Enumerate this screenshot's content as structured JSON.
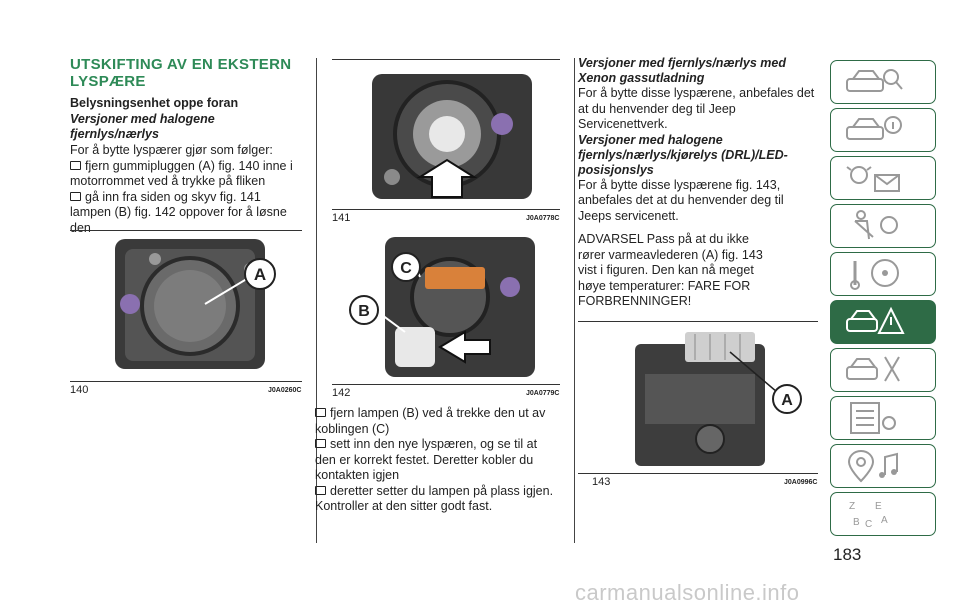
{
  "section_title": "UTSKIFTING AV EN EKSTERN LYSPÆRE",
  "col1": {
    "subheading": "Belysningsenhet oppe foran",
    "italic_heading": "Versjoner med halogene fjernlys/nærlys",
    "intro": "For å bytte lyspærer gjør som følger:",
    "bullet1": "fjern gummipluggen (A) fig. 140 inne i motorrommet ved å trykke på fliken",
    "bullet2": "gå inn fra siden og skyv fig. 141 lampen (B) fig. 142 oppover for å løsne den"
  },
  "figures": {
    "f140": {
      "num": "140",
      "code": "J0A0260C",
      "label": "A"
    },
    "f141": {
      "num": "141",
      "code": "J0A0778C"
    },
    "f142": {
      "num": "142",
      "code": "J0A0779C",
      "label_b": "B",
      "label_c": "C"
    },
    "f143": {
      "num": "143",
      "code": "J0A0996C",
      "label": "A"
    }
  },
  "col2": {
    "bullet1": "fjern lampen (B) ved å trekke den ut av koblingen (C)",
    "bullet2": "sett inn den nye lyspæren, og se til at den er korrekt festet. Deretter kobler du kontakten igjen",
    "bullet3": "deretter setter du lampen på plass igjen. Kontroller at den sitter godt fast."
  },
  "col3": {
    "heading1": "Versjoner med fjernlys/nærlys med Xenon gassutladning",
    "para1": "For å bytte disse lyspærene, anbefales det at du henvender deg til Jeep Servicenettverk.",
    "heading2": "Versjoner med halogene fjernlys/nærlys/kjørelys (DRL)/LED-posisjonslys",
    "para2": "For å bytte disse lyspærene fig. 143, anbefales det at du henvender deg til Jeeps servicenett.",
    "warning": "ADVARSEL Pass på at du ikke rører varmeavlederen (A) fig. 143 vist i figuren. Den kan nå meget høye temperaturer: FARE FOR FORBRENNINGER!"
  },
  "side_tabs": [
    {
      "icon": "car-search-icon",
      "active": false
    },
    {
      "icon": "car-info-icon",
      "active": false
    },
    {
      "icon": "light-message-icon",
      "active": false
    },
    {
      "icon": "seatbelt-airbag-icon",
      "active": false
    },
    {
      "icon": "steering-wheel-icon",
      "active": false
    },
    {
      "icon": "car-warning-icon",
      "active": true
    },
    {
      "icon": "car-tools-icon",
      "active": false
    },
    {
      "icon": "checklist-icon",
      "active": false
    },
    {
      "icon": "media-navigation-icon",
      "active": false
    },
    {
      "icon": "alphabet-index-icon",
      "active": false
    }
  ],
  "page_number": "183",
  "watermark": "carmanualsonline.info",
  "colors": {
    "heading_green": "#2e8a57",
    "tab_green": "#2e6b46"
  }
}
